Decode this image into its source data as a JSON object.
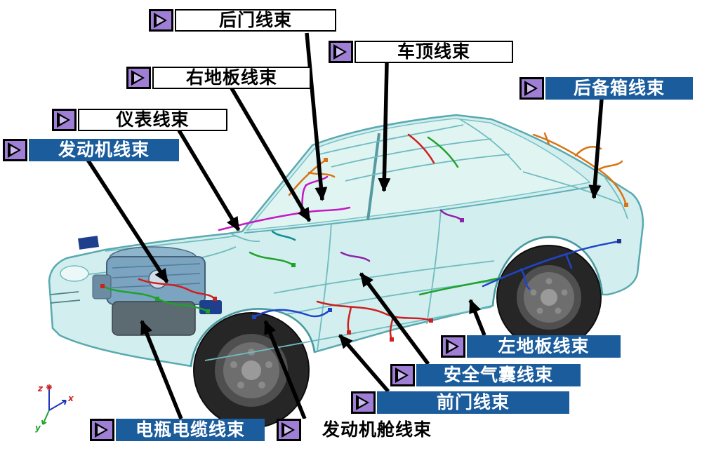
{
  "colors": {
    "label_blue": "#1a5c9c",
    "icon_purple": "#9f7fd6",
    "icon_triangle": "#cdbcee",
    "car_body": "#d3eeee",
    "car_line": "#58aab0"
  },
  "icons": {
    "label_marker": "triangle-right"
  },
  "labels": {
    "rear_door": {
      "text": "后门线束"
    },
    "roof": {
      "text": "车顶线束"
    },
    "right_floor": {
      "text": "右地板线束"
    },
    "instrument": {
      "text": "仪表线束"
    },
    "engine": {
      "text": "发动机线束"
    },
    "trunk": {
      "text": "后备箱线束"
    },
    "left_floor": {
      "text": "左地板线束"
    },
    "airbag": {
      "text": "安全气囊线束"
    },
    "front_door": {
      "text": "前门线束"
    },
    "battery_cable": {
      "text": "电瓶电缆线束"
    },
    "engine_bay": {
      "text": "发动机舱线束"
    }
  },
  "axis": {
    "x": "x",
    "y": "y",
    "z": "z"
  }
}
